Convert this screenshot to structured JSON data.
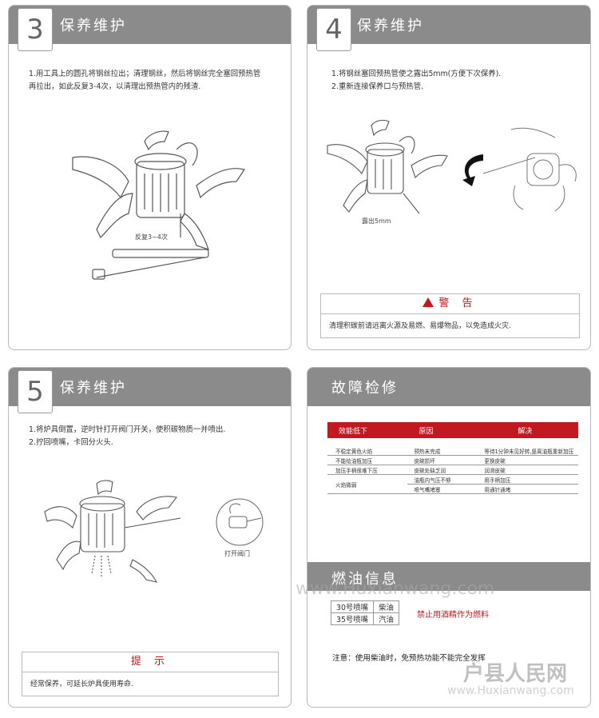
{
  "panel3": {
    "number": "3",
    "title": "保养维护",
    "lines": [
      "1.用工具上的圆孔将钢丝拉出；清理钢丝，然后将钢丝完全塞回预热管",
      "再拉出，如此反复3-4次，以清理出预热管内的残渣."
    ],
    "caption": "反复3~4次"
  },
  "panel4": {
    "number": "4",
    "title": "保养维护",
    "lines": [
      "1.将钢丝塞回预热管使之露出5mm(方便下次保养).",
      "2.重新连接保养口与预热管."
    ],
    "caption": "露出5mm",
    "warning_title": "警 告",
    "warning_text": "清理积碳前请远离火源及易燃、易爆物品，以免造成火灾."
  },
  "panel5": {
    "number": "5",
    "title": "保养维护",
    "lines": [
      "1.将炉具倒置，逆时针打开阀门开关，使积碳物质一并喷出.",
      "2.拧回喷嘴，卡回分火头."
    ],
    "caption": "打开阀门",
    "tip_title": "提 示",
    "tip_text": "经常保养，可延长炉具使用寿命."
  },
  "troubleshoot": {
    "title": "故障检修",
    "headers": [
      "效能低下",
      "原因",
      "解决"
    ],
    "rows": [
      {
        "symptom": "不稳定黄色火焰",
        "cause": "预热未完成",
        "solution": "等待1分钟未见好转,竖离油瓶重新加压"
      },
      {
        "symptom": "不能给油瓶加压",
        "cause": "皮碗损坏",
        "solution": "更换皮碗"
      },
      {
        "symptom": "加压手柄很难下压",
        "cause": "皮碗处缺乏润",
        "solution": "润滑皮碗"
      },
      {
        "symptom": "火焰微弱",
        "cause": "油瓶内气压不够",
        "solution": "用手柄加压"
      },
      {
        "symptom": "",
        "cause": "喷气嘴堵塞",
        "solution": "用通针通堵"
      }
    ]
  },
  "fuel": {
    "title": "燃油信息",
    "rows": [
      {
        "nozzle": "30号喷嘴",
        "fuel": "柴油"
      },
      {
        "nozzle": "35号喷嘴",
        "fuel": "汽油"
      }
    ],
    "warning": "禁止用酒精作为燃料",
    "note": "注意：使用柴油时，免预热功能不能完全发挥"
  },
  "watermarks": {
    "url_mid": "www.Huxianwang.com",
    "site_name": "户县人民网",
    "url_bottom": "www.Huxianwang.com"
  },
  "colors": {
    "header_gray": "#8b8b8b",
    "accent_red": "#c21820"
  }
}
